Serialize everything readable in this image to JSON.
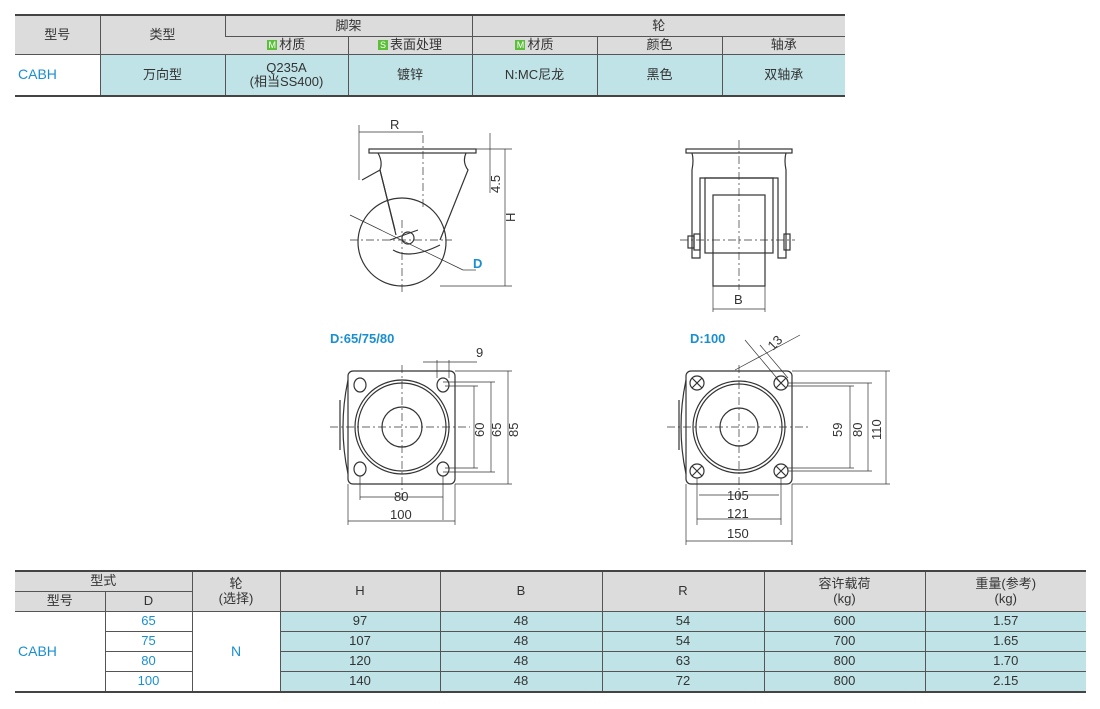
{
  "spec_table": {
    "headers": {
      "model": "型号",
      "type": "类型",
      "bracket": "脚架",
      "wheel": "轮",
      "material_badge": "M",
      "surface_badge": "S",
      "bracket_material": "材质",
      "bracket_surface": "表面处理",
      "wheel_material": "材质",
      "wheel_color": "颜色",
      "wheel_bearing": "轴承"
    },
    "row": {
      "model": "CABH",
      "type": "万向型",
      "bracket_material_1": "Q235A",
      "bracket_material_2": "(相当SS400)",
      "surface": "镀锌",
      "wheel_material": "N:MC尼龙",
      "color": "黑色",
      "bearing": "双轴承"
    }
  },
  "drawings": {
    "side": {
      "R": "R",
      "h45": "4.5",
      "H": "H",
      "D": "D"
    },
    "front": {
      "B": "B"
    },
    "plate_small": {
      "title": "D:65/75/80",
      "d9": "9",
      "d60": "60",
      "d65": "65",
      "d85": "85",
      "d80": "80",
      "d100": "100"
    },
    "plate_large": {
      "title": "D:100",
      "d13": "13",
      "d59": "59",
      "d80": "80",
      "d110": "110",
      "d105": "105",
      "d121": "121",
      "d150": "150"
    }
  },
  "dim_table": {
    "headers": {
      "form": "型式",
      "model": "型号",
      "d": "D",
      "wheel_1": "轮",
      "wheel_2": "(选择)",
      "h": "H",
      "b": "B",
      "r": "R",
      "load_1": "容许载荷",
      "load_2": "(kg)",
      "weight_1": "重量(参考)",
      "weight_2": "(kg)"
    },
    "model": "CABH",
    "wheel": "N",
    "rows": [
      {
        "d": "65",
        "h": "97",
        "b": "48",
        "r": "54",
        "load": "600",
        "weight": "1.57"
      },
      {
        "d": "75",
        "h": "107",
        "b": "48",
        "r": "54",
        "load": "700",
        "weight": "1.65"
      },
      {
        "d": "80",
        "h": "120",
        "b": "48",
        "r": "63",
        "load": "800",
        "weight": "1.70"
      },
      {
        "d": "100",
        "h": "140",
        "b": "48",
        "r": "72",
        "load": "800",
        "weight": "2.15"
      }
    ]
  }
}
